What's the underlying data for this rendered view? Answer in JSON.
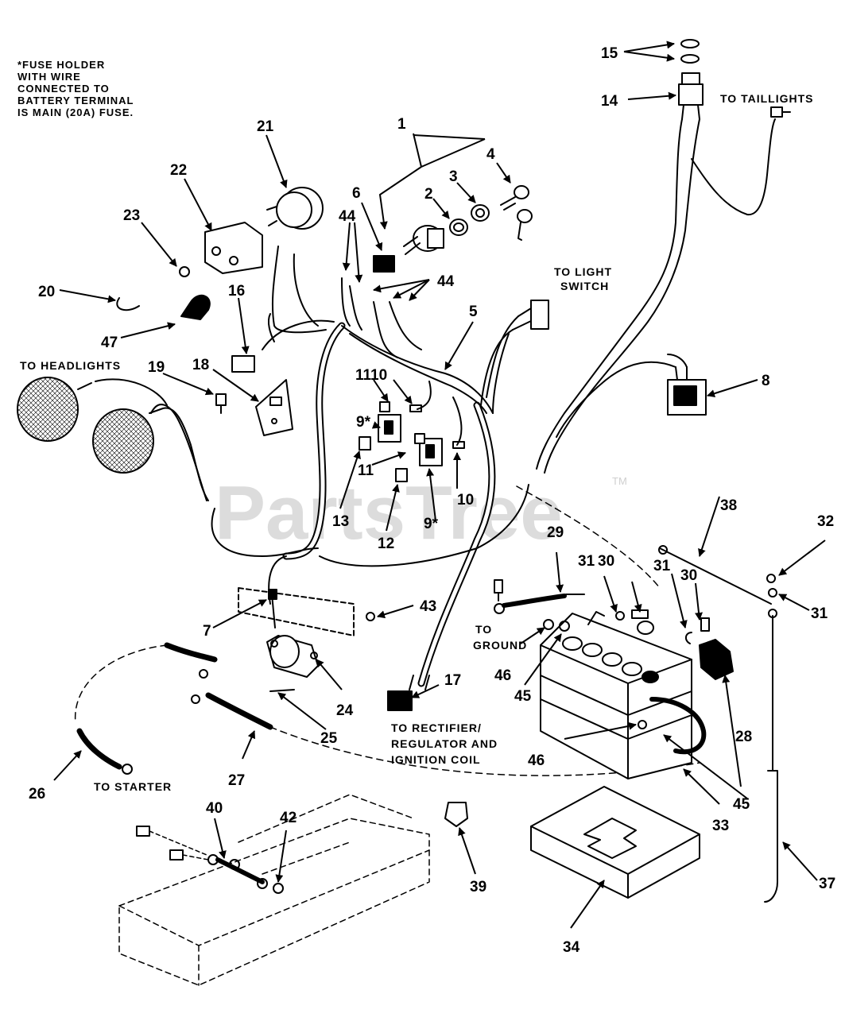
{
  "note": "*FUSE HOLDER\nWITH WIRE\nCONNECTED TO\nBATTERY TERMINAL\nIS MAIN (20A) FUSE.",
  "watermark": {
    "text": "PartsTree",
    "tm": "TM"
  },
  "labels": {
    "taillights": "TO TAILLIGHTS",
    "light_switch_1": "TO LIGHT",
    "light_switch_2": "SWITCH",
    "headlights": "TO HEADLIGHTS",
    "ground_1": "TO",
    "ground_2": "GROUND",
    "rectifier_1": "TO RECTIFIER/",
    "rectifier_2": "REGULATOR AND",
    "rectifier_3": "IGNITION COIL",
    "starter": "TO STARTER"
  },
  "callouts": [
    "1",
    "2",
    "3",
    "4",
    "5",
    "6",
    "7",
    "8",
    "9*",
    "9*",
    "10",
    "10",
    "11",
    "11",
    "12",
    "13",
    "14",
    "15",
    "16",
    "17",
    "18",
    "19",
    "20",
    "21",
    "22",
    "23",
    "24",
    "25",
    "26",
    "27",
    "28",
    "29",
    "30",
    "30",
    "31",
    "31",
    "31",
    "32",
    "33",
    "34",
    "37",
    "38",
    "39",
    "40",
    "42",
    "43",
    "44",
    "44",
    "45",
    "45",
    "46",
    "46",
    "47"
  ]
}
